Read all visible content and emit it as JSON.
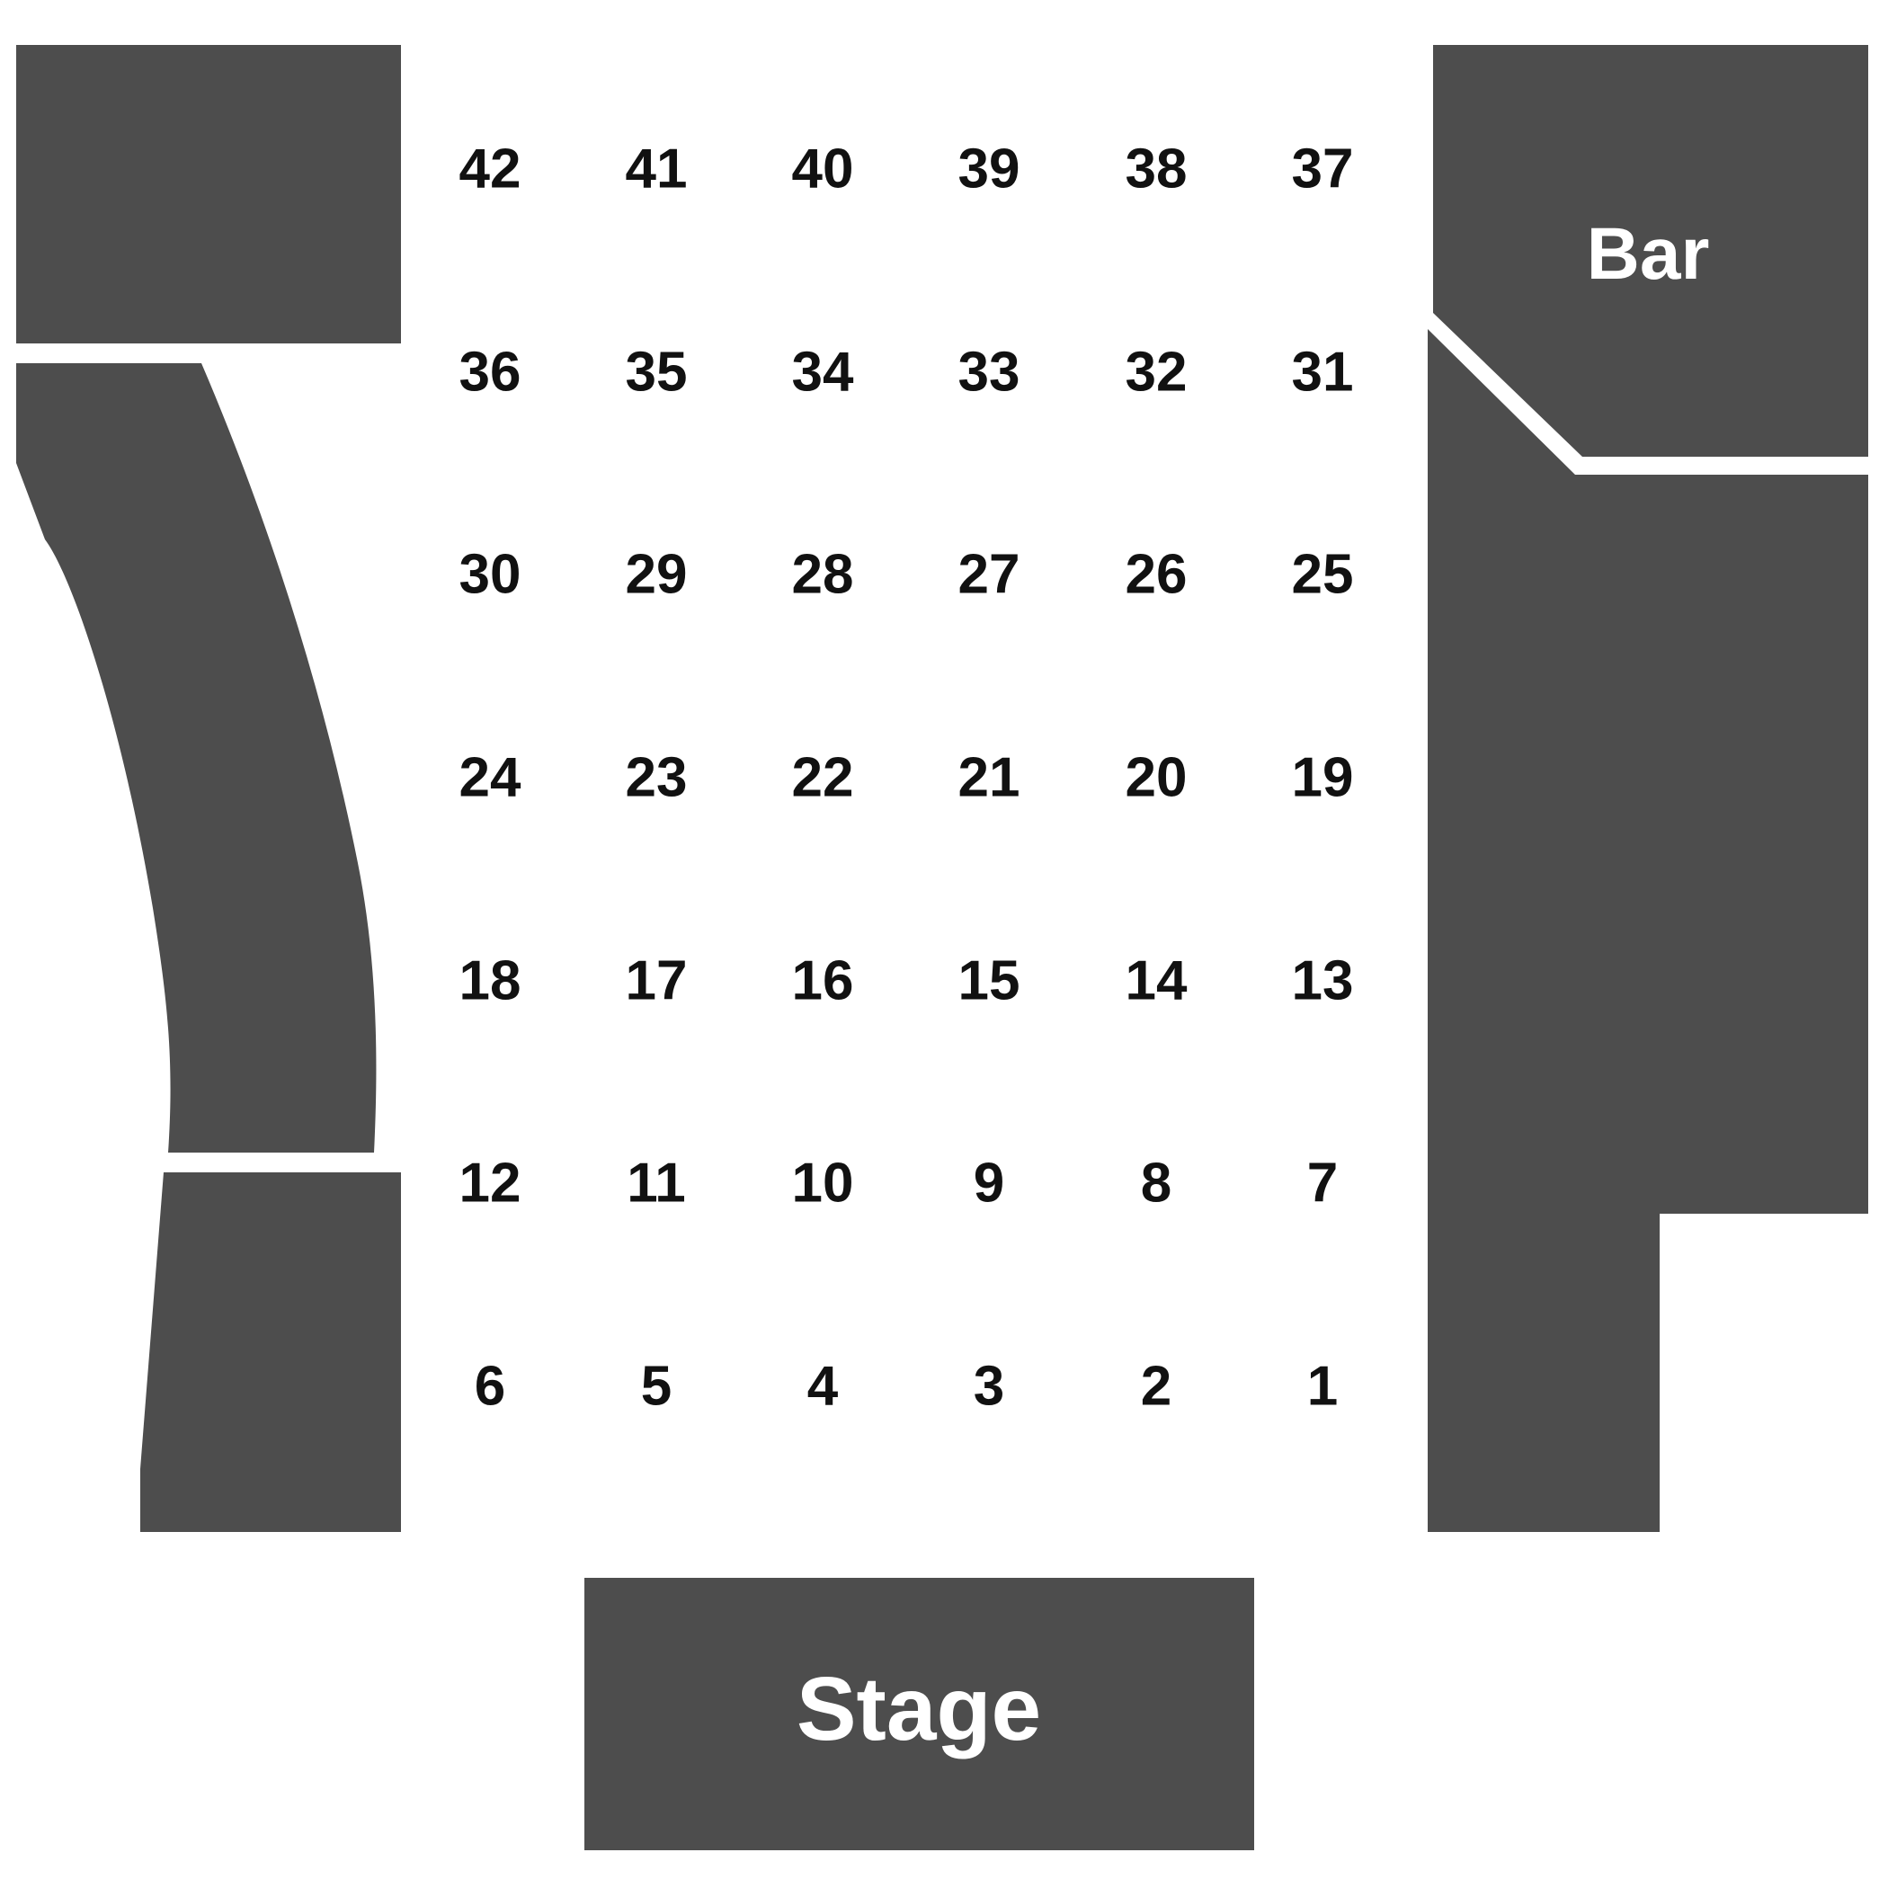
{
  "colors": {
    "background": "#ffffff",
    "block": "#4d4d4d",
    "seat_text": "#111111",
    "area_text": "#ffffff"
  },
  "areas": {
    "bar_label": "Bar",
    "stage_label": "Stage"
  },
  "seats": {
    "rows": [
      [
        "42",
        "41",
        "40",
        "39",
        "38",
        "37"
      ],
      [
        "36",
        "35",
        "34",
        "33",
        "32",
        "31"
      ],
      [
        "30",
        "29",
        "28",
        "27",
        "26",
        "25"
      ],
      [
        "24",
        "23",
        "22",
        "21",
        "20",
        "19"
      ],
      [
        "18",
        "17",
        "16",
        "15",
        "14",
        "13"
      ],
      [
        "12",
        "11",
        "10",
        "9",
        "8",
        "7"
      ],
      [
        "6",
        "5",
        "4",
        "3",
        "2",
        "1"
      ]
    ]
  }
}
